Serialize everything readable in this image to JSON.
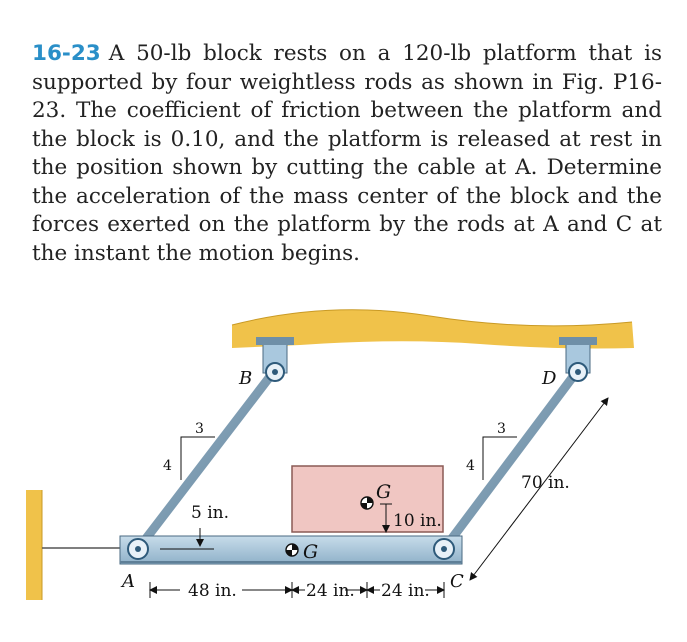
{
  "problem": {
    "number": "16-23",
    "text": "A 50-lb block rests on a 120-lb platform that is supported by four weightless rods as shown in Fig. P16-23. The coefficient of friction between the platform and the block is 0.10, and the platform is released at rest in the position shown by cutting the cable at A. Determine the acceleration of the mass center of the block and the forces exerted on the platform by the rods at A and C at the instant the motion begins."
  },
  "figure": {
    "point_labels": {
      "A": "A",
      "B": "B",
      "C": "C",
      "D": "D"
    },
    "mass_center_block": "G",
    "mass_center_platform": "G",
    "slope_left": {
      "rise": "4",
      "run": "3"
    },
    "slope_right": {
      "rise": "4",
      "run": "3"
    },
    "dimensions": {
      "rod_length": "70 in.",
      "block_height": "10 in.",
      "platform_height": "5 in.",
      "span_a": "48 in.",
      "span_b": "24 in.",
      "span_c": "24 in."
    },
    "colors": {
      "ceiling": "#f0c24a",
      "rod": "#7d9db4",
      "platform": "#a9c8de",
      "block": "#f0c6c2",
      "problem_number": "#2a8fc8"
    }
  }
}
